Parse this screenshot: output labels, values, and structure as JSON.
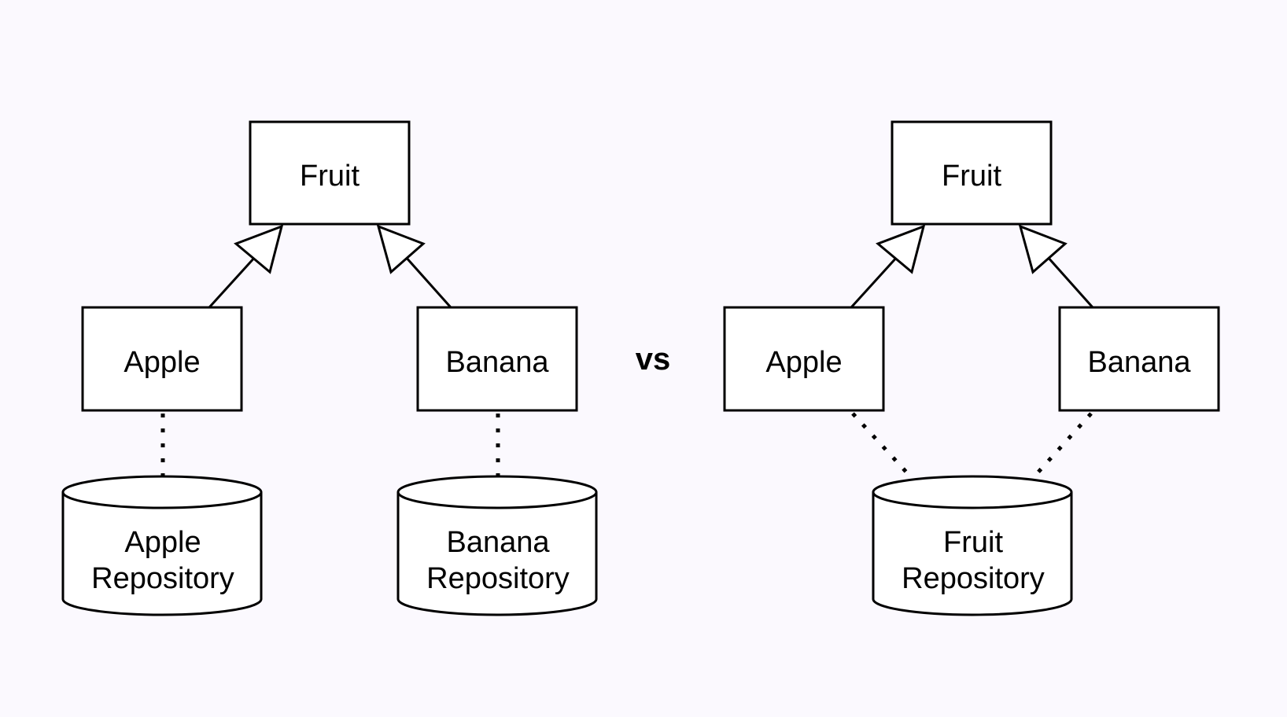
{
  "colors": {
    "background": "#fbf9fe",
    "stroke": "#000000",
    "fill": "#ffffff"
  },
  "separator": "vs",
  "left": {
    "parent": "Fruit",
    "child_a": "Apple",
    "child_b": "Banana",
    "repo_a": [
      "Apple",
      "Repository"
    ],
    "repo_b": [
      "Banana",
      "Repository"
    ]
  },
  "right": {
    "parent": "Fruit",
    "child_a": "Apple",
    "child_b": "Banana",
    "repo": [
      "Fruit",
      "Repository"
    ]
  }
}
